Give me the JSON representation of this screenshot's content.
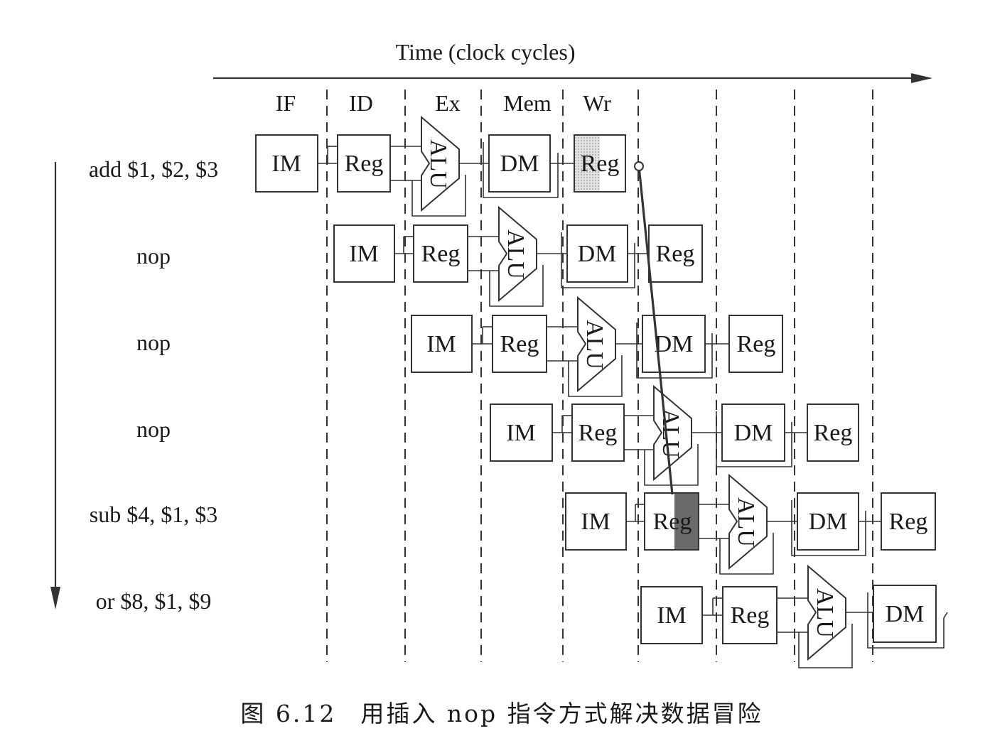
{
  "axis": {
    "title": "Time (clock cycles)"
  },
  "stages": [
    "IF",
    "ID",
    "Ex",
    "Mem",
    "Wr"
  ],
  "unit_labels": {
    "im": "IM",
    "reg": "Reg",
    "alu": "ALU",
    "dm": "DM"
  },
  "instructions": [
    {
      "label": "add $1, $2, $3",
      "units": [
        "IM",
        "Reg",
        "ALU",
        "DM",
        "Reg"
      ],
      "write_reg_highlight": true
    },
    {
      "label": "nop",
      "units": [
        "IM",
        "Reg",
        "ALU",
        "DM",
        "Reg"
      ]
    },
    {
      "label": "nop",
      "units": [
        "IM",
        "Reg",
        "ALU",
        "DM",
        "Reg"
      ]
    },
    {
      "label": "nop",
      "units": [
        "IM",
        "Reg",
        "ALU",
        "DM",
        "Reg"
      ]
    },
    {
      "label": "sub $4, $1, $3",
      "units": [
        "IM",
        "Reg",
        "ALU",
        "DM",
        "Reg"
      ],
      "read_reg_highlight": true
    },
    {
      "label": "or $8, $1, $9",
      "units": [
        "IM",
        "Reg",
        "ALU",
        "DM"
      ]
    }
  ],
  "forwarding": {
    "from": "add $1, $2, $3",
    "to": "sub $4, $1, $3"
  },
  "colors": {
    "write_highlight": "#c8c8c8",
    "read_highlight": "#6a6a6a",
    "line": "#333333"
  },
  "caption": {
    "figure_number": "图 6.12",
    "text": "用插入 nop 指令方式解决数据冒险"
  }
}
